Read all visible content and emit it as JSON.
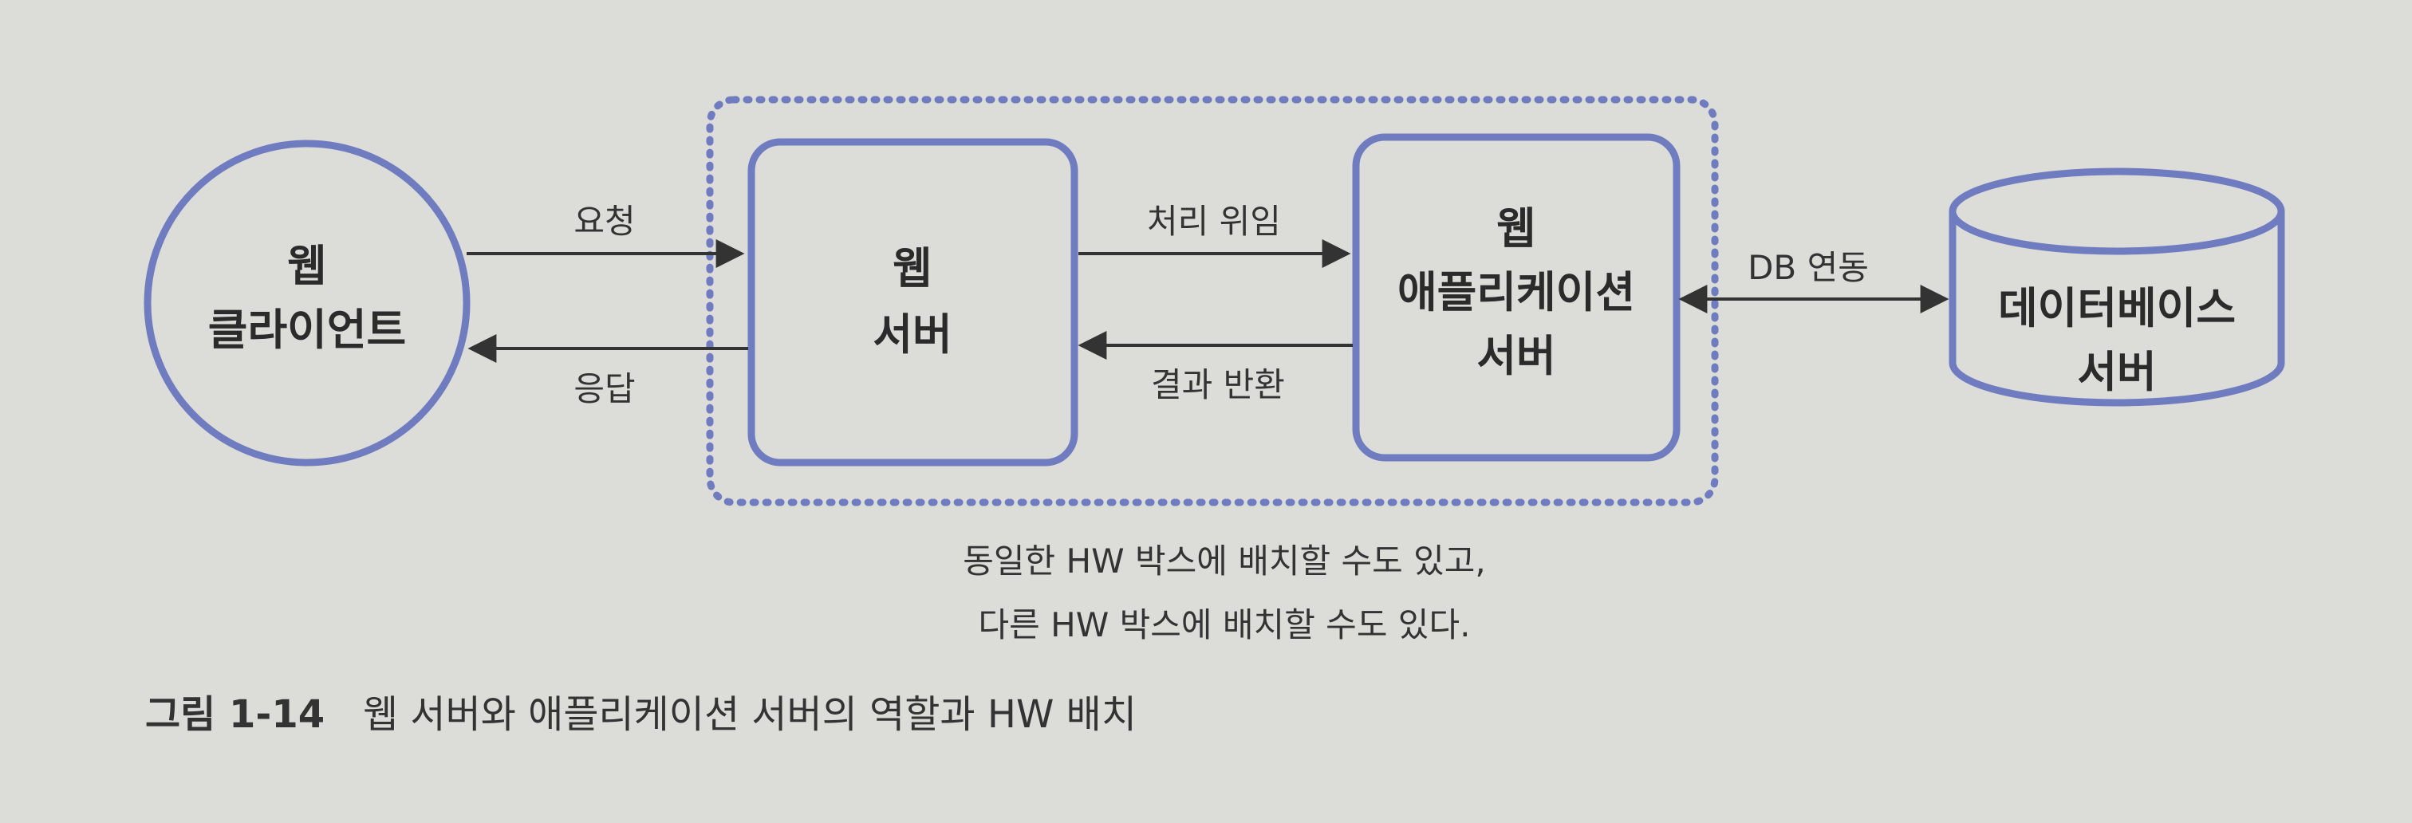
{
  "nodes": {
    "client": {
      "lines": [
        "웹",
        "클라이언트"
      ]
    },
    "web_server": {
      "lines": [
        "웹",
        "서버"
      ]
    },
    "app_server": {
      "lines": [
        "웹",
        "애플리케이션",
        "서버"
      ]
    },
    "database": {
      "lines": [
        "데이터베이스",
        "서버"
      ]
    }
  },
  "edges": {
    "request": "요청",
    "response": "응답",
    "delegate": "처리 위임",
    "result": "결과 반환",
    "db_link": "DB 연동"
  },
  "note": [
    "동일한 HW 박스에 배치할 수도 있고,",
    "다른 HW 박스에 배치할 수도 있다."
  ],
  "caption": {
    "number": "그림 1-14",
    "text": "웹 서버와 애플리케이션 서버의 역할과 HW 배치"
  },
  "colors": {
    "accent": "#6f7cbf",
    "caption_number": "#4a56a0",
    "arrow": "#333333",
    "background": "#dcdcd9"
  }
}
